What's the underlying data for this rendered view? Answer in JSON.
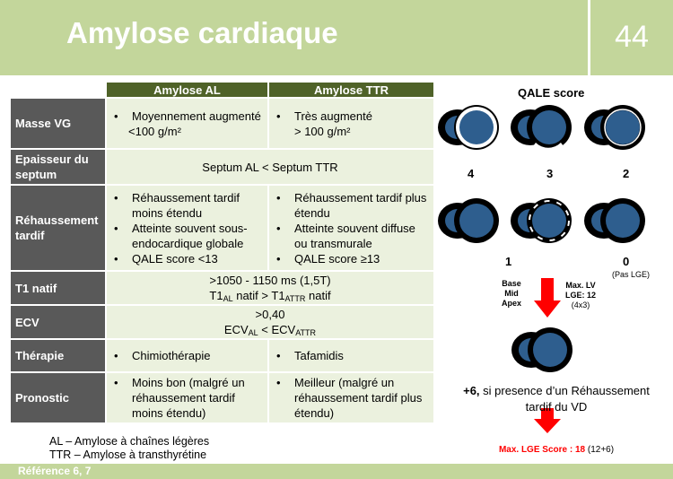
{
  "header": {
    "title": "Amylose cardiaque",
    "slide_number": "44"
  },
  "table": {
    "columns": [
      "Amylose AL",
      "Amylose TTR"
    ],
    "rows": [
      {
        "label": "Masse VG",
        "al": [
          "Moyennement augmenté",
          "<100 g/m²"
        ],
        "ttr": [
          "Très augmenté",
          "> 100 g/m²"
        ]
      },
      {
        "label": "Epaisseur du septum",
        "merged": "Septum AL < Septum TTR"
      },
      {
        "label": "Réhaussement tardif",
        "al": [
          "Réhaussement tardif moins étendu",
          "Atteinte souvent sous-endocardique globale",
          "QALE score <13"
        ],
        "ttr": [
          "Réhaussement tardif plus étendu",
          "Atteinte souvent diffuse ou transmurale",
          "QALE score ≥13"
        ]
      },
      {
        "label": "T1 natif",
        "merged": ">1050 - 1150 ms (1,5T)",
        "merged2": "T1AL natif > T1ATTR natif"
      },
      {
        "label": "ECV",
        "merged": ">0,40",
        "merged2": "ECVAL < ECVATTR"
      },
      {
        "label": "Thérapie",
        "al": [
          "Chimiothérapie"
        ],
        "ttr": [
          "Tafamidis"
        ]
      },
      {
        "label": "Pronostic",
        "al": [
          "Moins bon (malgré un réhaussement tardif moins étendu)"
        ],
        "ttr": [
          "Meilleur (malgré un réhaussement tardif plus étendu)"
        ]
      }
    ]
  },
  "legend": [
    "AL – Amylose à chaînes légères",
    "TTR – Amylose à transthyrétine"
  ],
  "footer": {
    "reference": "Référence 6, 7"
  },
  "qale": {
    "title": "QALE score",
    "scores": [
      "4",
      "3",
      "2",
      "1",
      "0"
    ],
    "no_lge": "(Pas LGE)",
    "levels": [
      "Base",
      "Mid",
      "Apex"
    ],
    "max_lv": [
      "Max. LV",
      "LGE: 12",
      "(4x3)"
    ],
    "rv_bold": "+6,",
    "rv_text": " si presence d’un Réhaussement tardif du VD",
    "max_label": "Max. LGE Score : 18",
    "max_detail": " (12+6)"
  },
  "colors": {
    "title_bar": "#c3d69b",
    "header": "#4f6228",
    "row_header": "#595959",
    "cell": "#ebf1de",
    "heart": "#2e5e8e",
    "arrow": "#ff0000"
  }
}
